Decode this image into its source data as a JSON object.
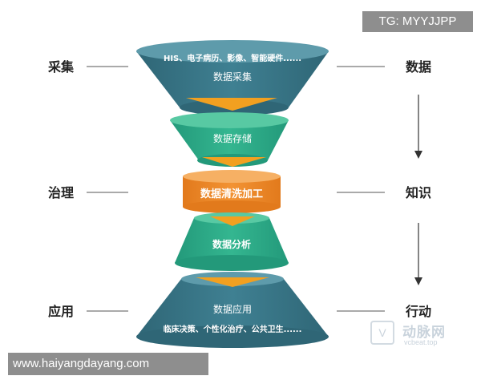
{
  "watermark_tg": "TG: MYYJJPP",
  "watermark_url": "www.haiyangdayang.com",
  "watermark_logo": {
    "text": "动脉网",
    "sub": "vcbeat.top"
  },
  "left_labels": [
    "采集",
    "治理",
    "应用"
  ],
  "right_labels": [
    "数据",
    "知识",
    "行动"
  ],
  "stages": {
    "collect_sub": "HIS、电子病历、影像、智能硬件......",
    "collect": "数据采集",
    "store": "数据存储",
    "clean": "数据清洗加工",
    "analyze": "数据分析",
    "apply": "数据应用",
    "apply_sub": "临床决策、个性化治疗、公共卫生......"
  },
  "colors": {
    "teal_dark": "#3d7a8c",
    "teal_top": "#5e9bab",
    "green": "#2fae8a",
    "green_top": "#58c9a3",
    "orange": "#ef8a2b",
    "orange_top": "#f6b064",
    "arrow": "#f2a020",
    "label": "#222222",
    "line": "#777777"
  }
}
